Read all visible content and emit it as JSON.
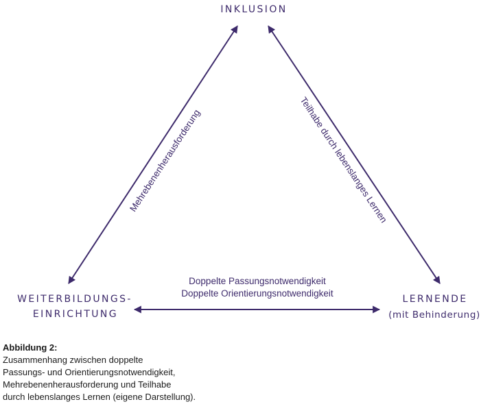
{
  "colors": {
    "accent": "#3d2a6b",
    "caption": "#1a1a1a"
  },
  "nodes": {
    "top": {
      "label": "INKLUSION"
    },
    "left": {
      "line1": "WEITERBILDUNGS-",
      "line2": "EINRICHTUNG"
    },
    "right": {
      "line1": "LERNENDE",
      "line2": "(mit Behinderung)"
    }
  },
  "edges": {
    "left_side": {
      "label": "Mehrebenenherausforderung"
    },
    "right_side": {
      "label": "Teilhabe durch lebenslanges Lernen"
    },
    "bottom": {
      "line1": "Doppelte Passungsnotwendigkeit",
      "line2": "Doppelte Orientierungsnotwendigkeit"
    }
  },
  "caption": {
    "title": "Abbildung 2:",
    "lines": [
      "Zusammenhang zwischen doppelte",
      "Passungs- und Orientierungsnotwendigkeit,",
      "Mehrebenenherausforderung und Teilhabe",
      "durch lebenslanges Lernen (eigene Darstellung)."
    ]
  }
}
